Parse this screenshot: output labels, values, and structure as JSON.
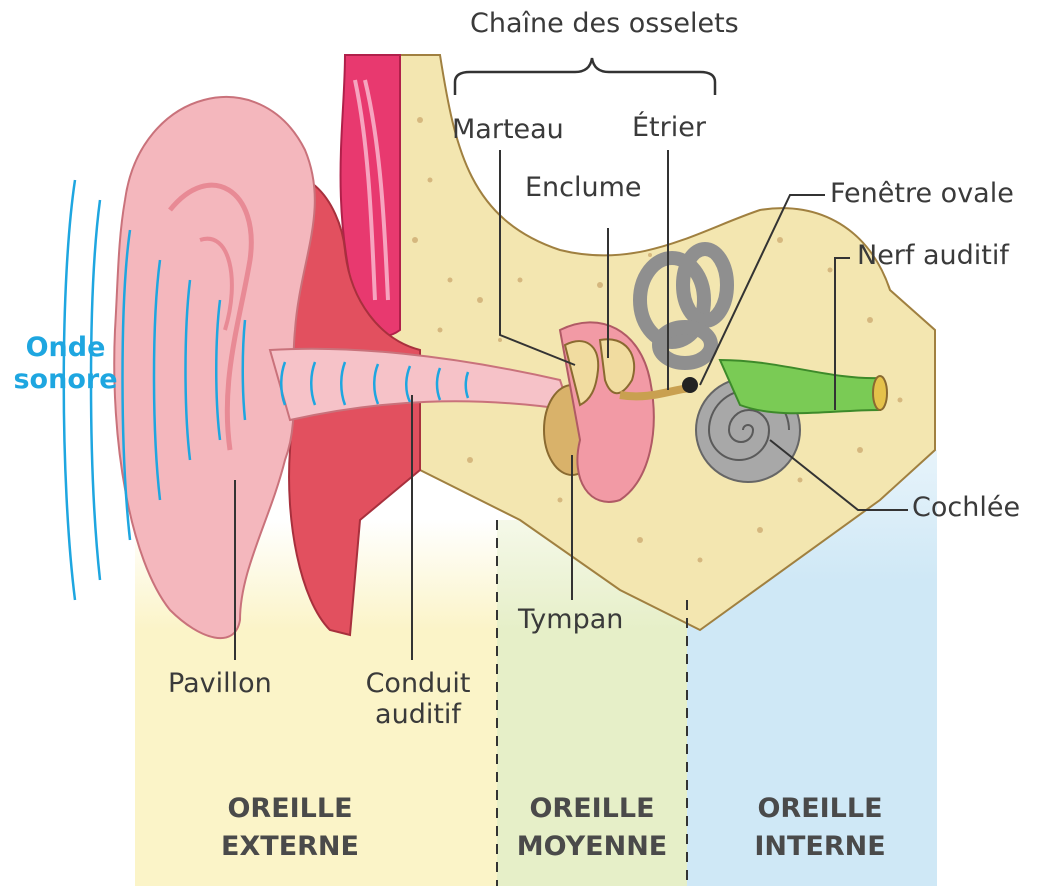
{
  "diagram": {
    "ossicle_chain_label": "Chaîne des osselets",
    "parts": {
      "marteau": "Marteau",
      "etrier": "Étrier",
      "enclume": "Enclume",
      "fenetre_ovale": "Fenêtre ovale",
      "nerf_auditif": "Nerf auditif",
      "cochlee": "Cochlée",
      "tympan": "Tympan",
      "pavillon": "Pavillon",
      "conduit_line1": "Conduit",
      "conduit_line2": "auditif"
    },
    "sound_wave": {
      "line1": "Onde",
      "line2": "sonore"
    },
    "regions": {
      "externe": {
        "line1": "OREILLE",
        "line2": "EXTERNE"
      },
      "moyenne": {
        "line1": "OREILLE",
        "line2": "MOYENNE"
      },
      "interne": {
        "line1": "OREILLE",
        "line2": "INTERNE"
      }
    },
    "colors": {
      "outer_zone": "#fbf4c8",
      "middle_zone": "#e6efc8",
      "inner_zone": "#cfe8f6",
      "bone": "#f3e6b0",
      "skin": "#f2a6ad",
      "tissue": "#e2505f",
      "wave": "#1ea6e0",
      "nerve": "#6bc24a",
      "cochlea": "#9a9a9a"
    }
  }
}
